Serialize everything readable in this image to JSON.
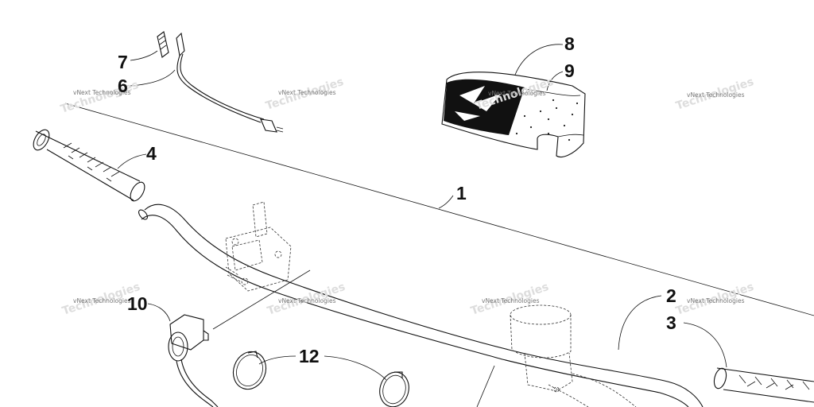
{
  "callouts": {
    "c1": "1",
    "c2": "2",
    "c3": "3",
    "c4": "4",
    "c6": "6",
    "c7": "7",
    "c8": "8",
    "c9": "9",
    "c10": "10",
    "c12": "12"
  },
  "watermark": {
    "text": "vNext Technologies"
  },
  "colors": {
    "ink": "#111111",
    "background": "#ffffff"
  }
}
